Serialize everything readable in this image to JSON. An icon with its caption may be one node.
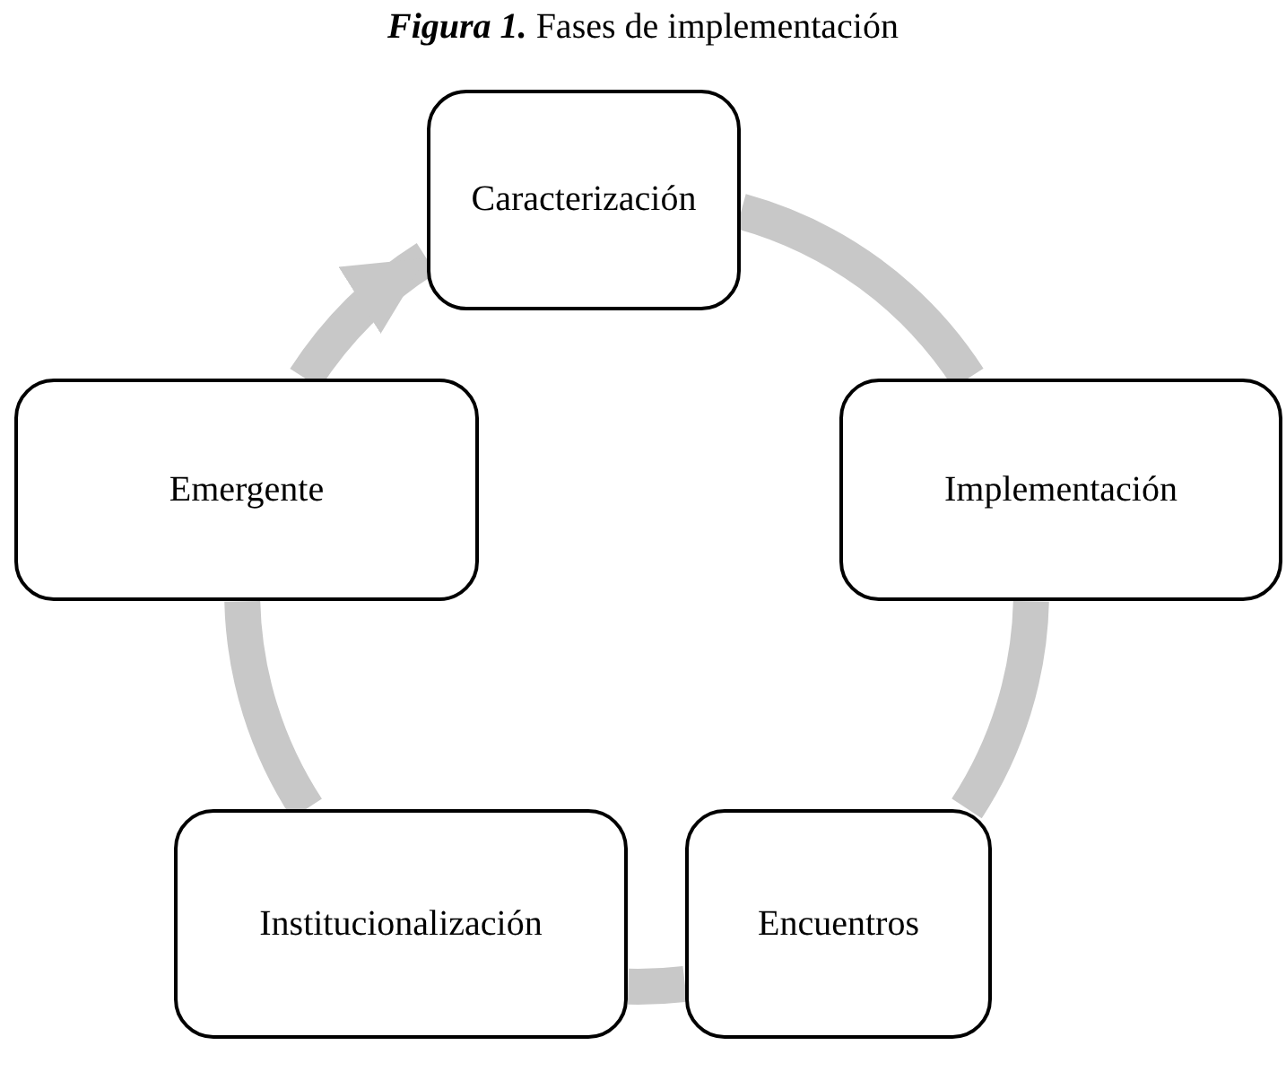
{
  "diagram": {
    "title": "**Figura 1.** Fases de implementación",
    "nodes": [
      {
        "text": [
          "Caracterización"
        ]
      },
      {
        "text": [
          "Implementación"
        ]
      },
      {
        "text": [
          "Encuentros"
        ]
      },
      {
        "text": [
          "Institucionalización"
        ]
      },
      {
        "text": [
          "Emergente"
        ]
      }
    ],
    "edges": [
      {
        "from": 0,
        "to": 1,
        "arrow": "none"
      },
      {
        "from": 1,
        "to": 2,
        "arrow": "none"
      },
      {
        "from": 2,
        "to": 3,
        "arrow": "none"
      },
      {
        "from": 3,
        "to": 4,
        "arrow": "none"
      },
      {
        "from": 4,
        "to": 0,
        "arrow": "to"
      }
    ]
  }
}
